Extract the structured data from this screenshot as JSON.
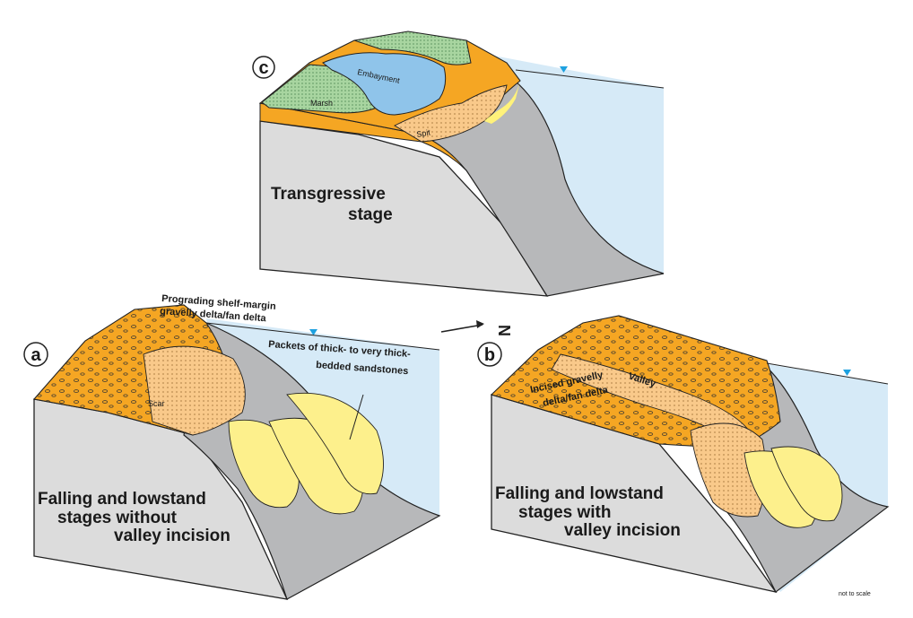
{
  "colors": {
    "sea": "#d6eaf7",
    "slope_grey": "#b7b8ba",
    "side_grey": "#dcdcdc",
    "orange": "#f5a623",
    "light_orange": "#f9c98a",
    "yellow": "#fff27a",
    "lobe_yellow": "#fdf08c",
    "marsh_green": "#a8d5a0",
    "embayment_blue": "#8fc4ea",
    "water_marker": "#1ea1e0"
  },
  "panel_c": {
    "letter": "c",
    "stage_line1": "Transgressive",
    "stage_line2": "stage",
    "embayment_label": "Embayment",
    "marsh_label": "Marsh",
    "spit_label": "Spit"
  },
  "panel_a": {
    "letter": "a",
    "callout_line1": "Prograding shelf-margin",
    "callout_line2": "gravelly delta/fan delta",
    "packets_line1": "Packets of thick- to very thick-",
    "packets_line2": "bedded sandstones",
    "scar_label": "Scar",
    "stage_line1": "Falling and lowstand",
    "stage_line2": "stages without",
    "stage_line3": "valley incision"
  },
  "panel_b": {
    "letter": "b",
    "incised_line1": "Incised gravelly",
    "incised_line2": "delta/fan delta",
    "valley_label": "Valley",
    "stage_line1": "Falling and lowstand",
    "stage_line2": "stages with",
    "stage_line3": "valley incision"
  },
  "north_arrow": {
    "label": "N"
  },
  "footnote": "not to scale"
}
